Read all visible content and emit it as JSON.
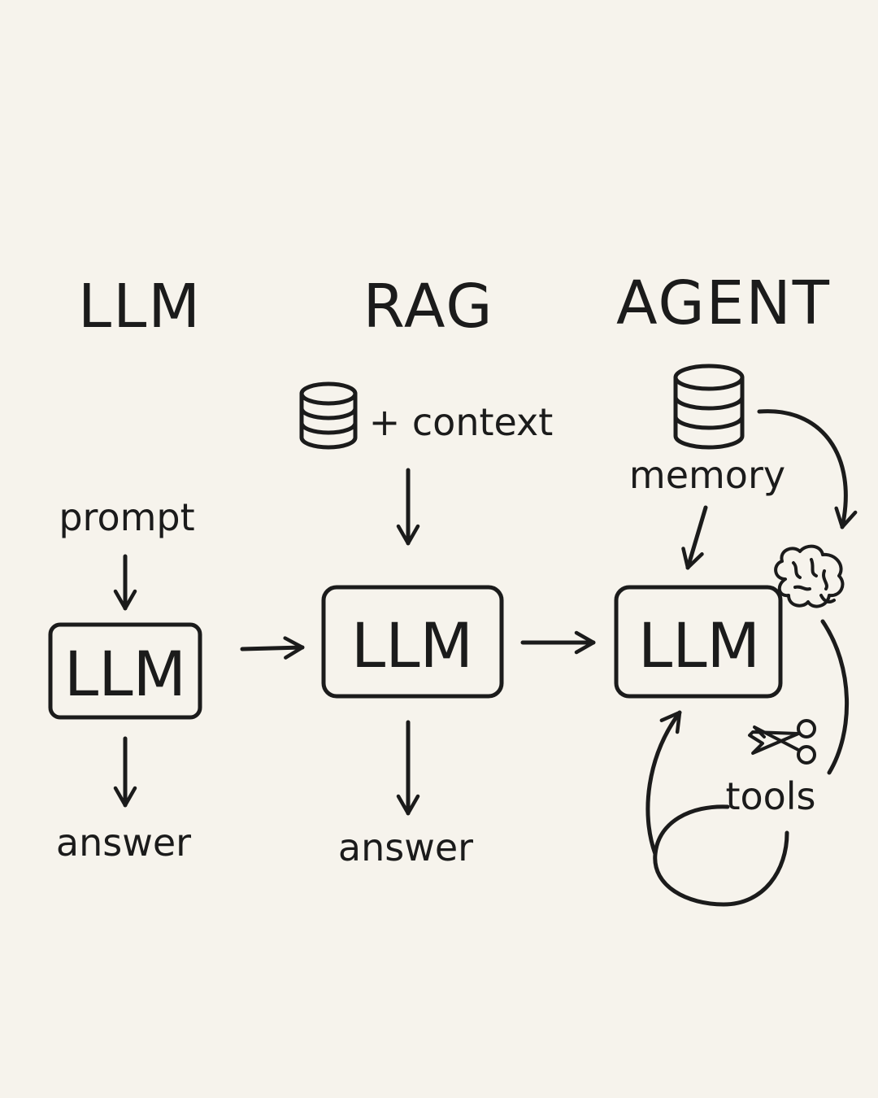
{
  "columns": [
    {
      "title": "LLM"
    },
    {
      "title": "RAG"
    },
    {
      "title": "AGENT"
    }
  ],
  "llm_column": {
    "input_label": "prompt",
    "box_label": "LLM",
    "output_label": "answer"
  },
  "rag_column": {
    "context_label": "+ context",
    "box_label": "LLM",
    "output_label": "answer",
    "icon": "database-icon"
  },
  "agent_column": {
    "memory_label": "memory",
    "box_label": "LLM",
    "tools_label": "tools",
    "icons": [
      "database-icon",
      "brain-icon",
      "scissors-icon"
    ]
  }
}
